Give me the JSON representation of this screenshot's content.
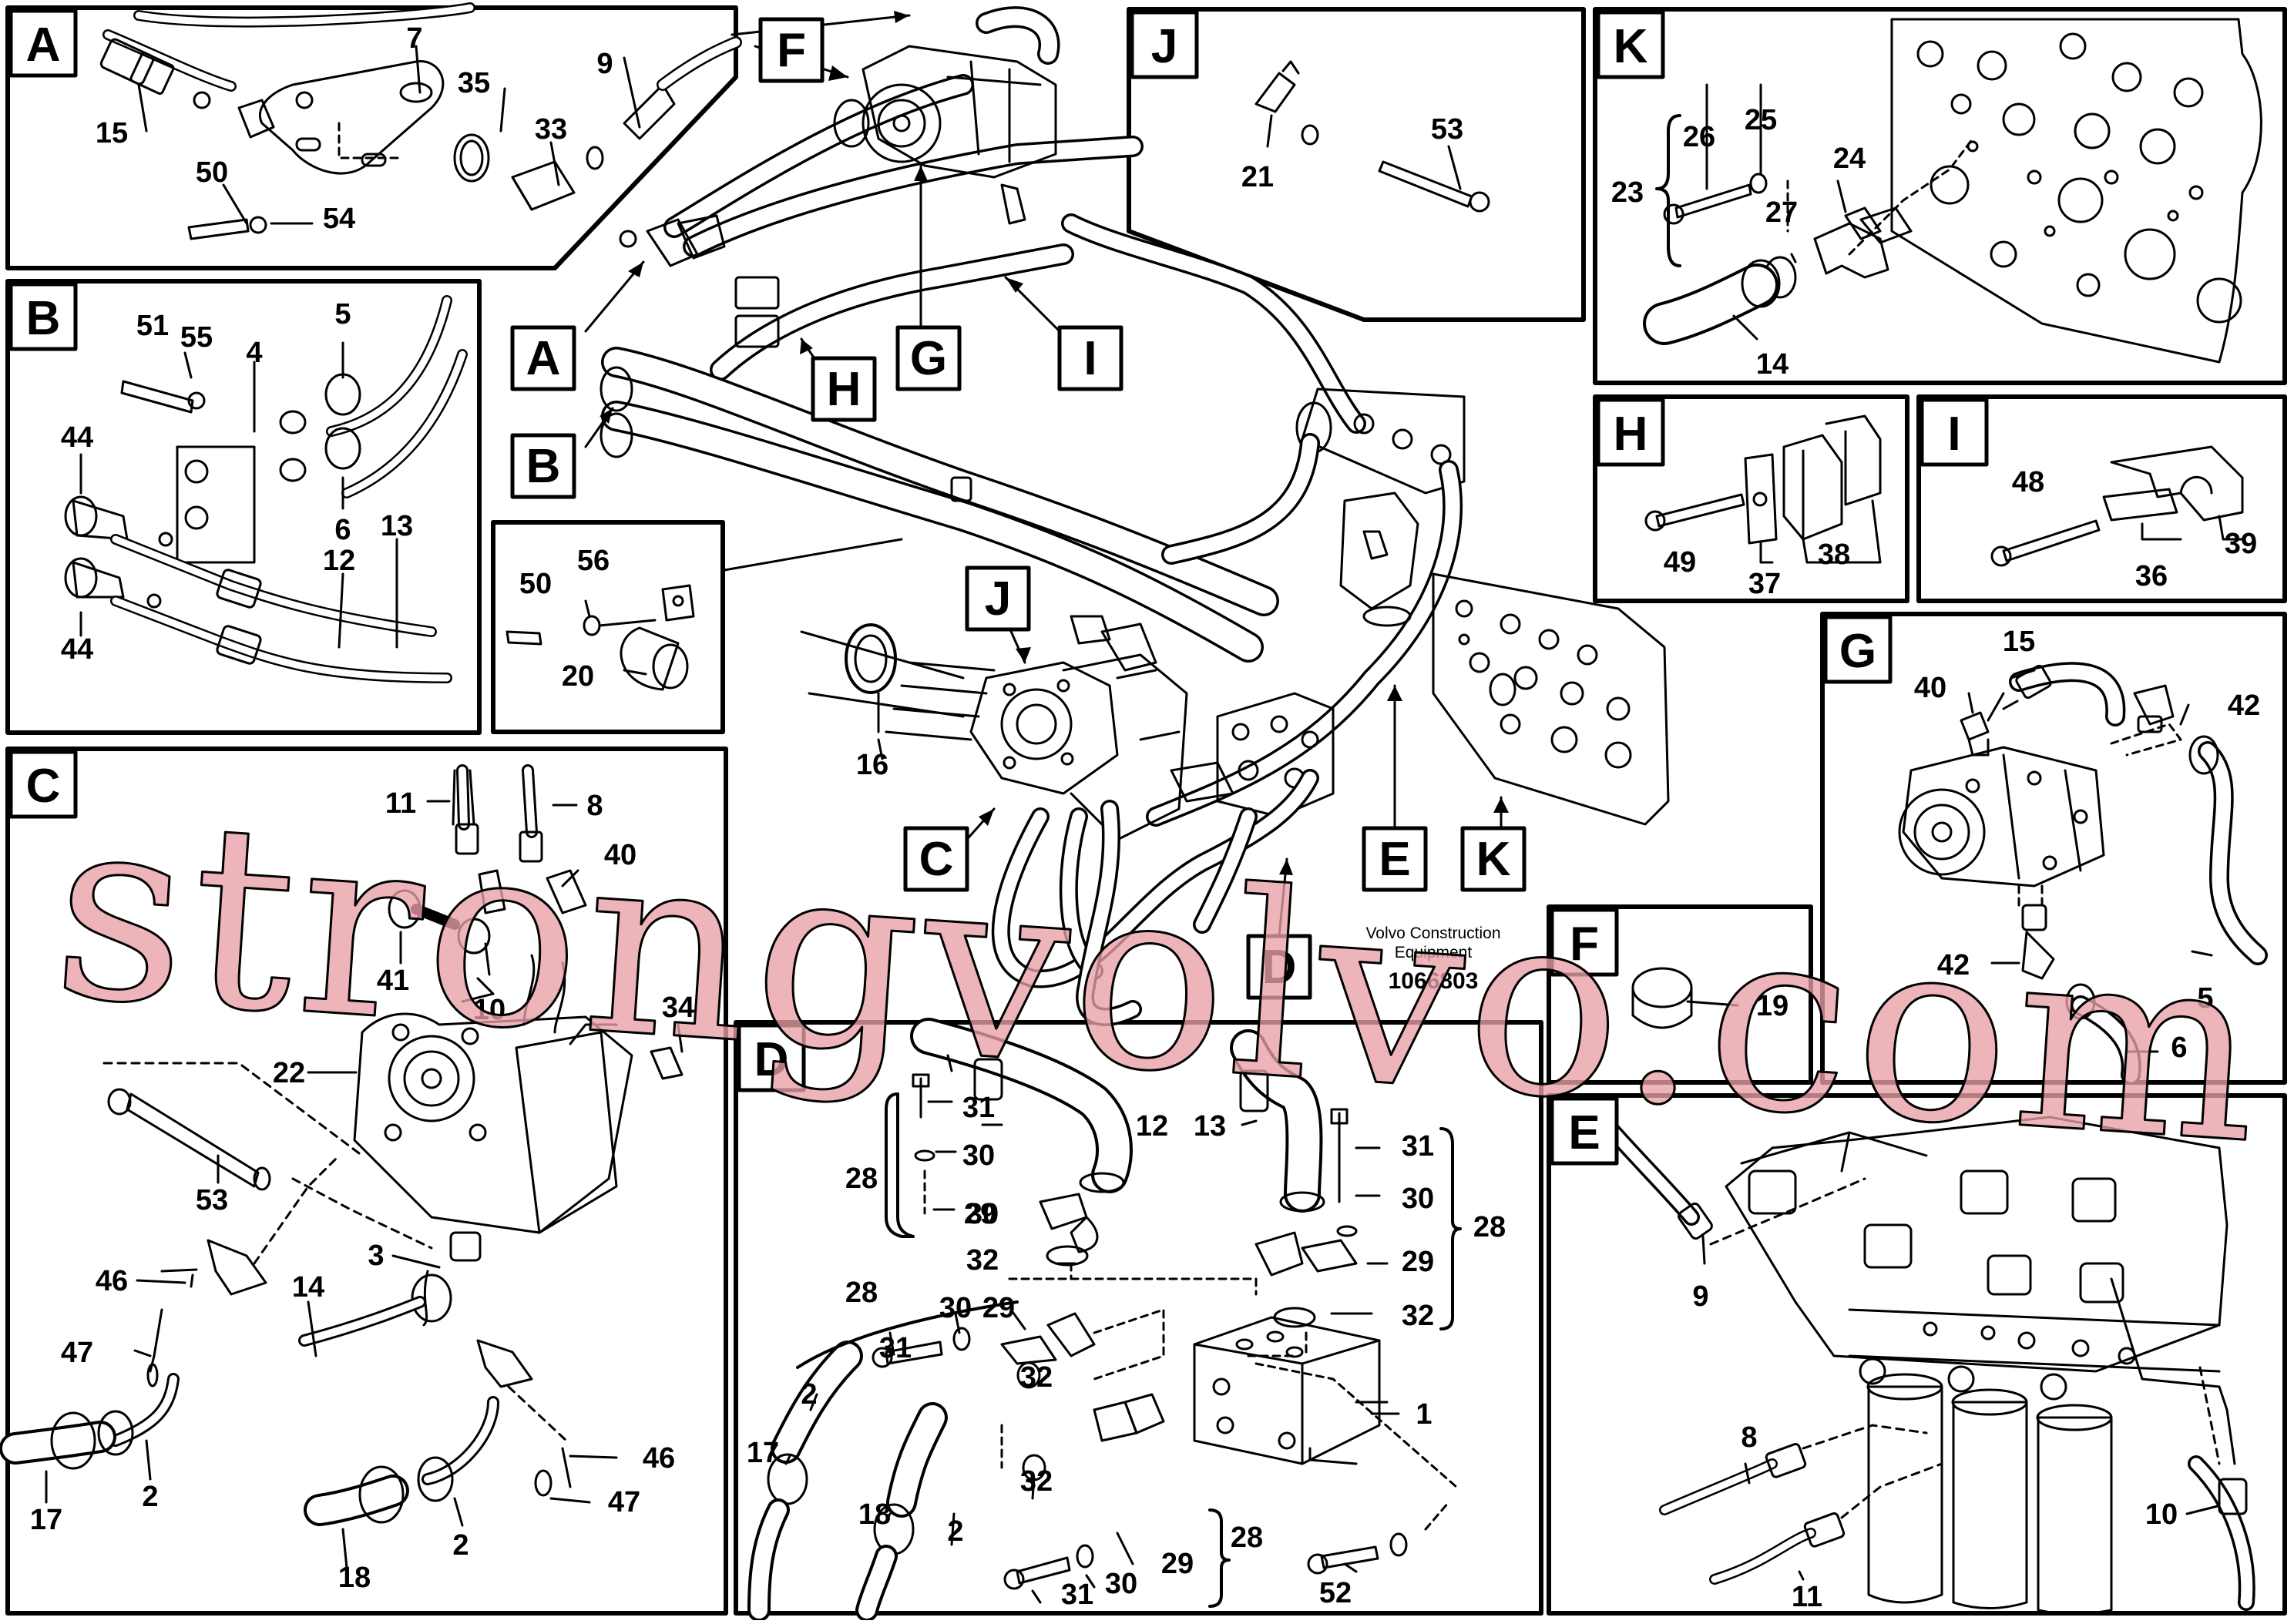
{
  "caption": {
    "line1": "Volvo Construction",
    "line2": "Equipment",
    "part_number": "1066803"
  },
  "watermark": "strongvolvo.com",
  "panels": {
    "A": {
      "letter": "A",
      "labels": [
        "15",
        "7",
        "35",
        "9",
        "33",
        "50",
        "54"
      ]
    },
    "B": {
      "letter": "B",
      "labels": [
        "51",
        "55",
        "4",
        "5",
        "44",
        "6",
        "13",
        "12",
        "44"
      ]
    },
    "C": {
      "letter": "C",
      "labels": [
        "11",
        "8",
        "40",
        "41",
        "10",
        "34",
        "22",
        "53",
        "3",
        "46",
        "14",
        "47",
        "17",
        "2",
        "46",
        "47",
        "18",
        "2"
      ]
    },
    "D": {
      "letter": "D",
      "labels": [
        "31",
        "12",
        "13",
        "31",
        "30",
        "28",
        "30",
        "30",
        "28",
        "29",
        "29",
        "32",
        "32",
        "28",
        "30",
        "29",
        "31",
        "32",
        "2",
        "17",
        "32",
        "18",
        "2",
        "29",
        "28",
        "31",
        "30",
        "52",
        "1"
      ]
    },
    "E": {
      "letter": "E",
      "labels": [
        "9",
        "8",
        "10",
        "11"
      ]
    },
    "F": {
      "letter": "F",
      "labels": [
        "19"
      ]
    },
    "G": {
      "letter": "G",
      "labels": [
        "15",
        "40",
        "42",
        "42",
        "5",
        "6"
      ]
    },
    "H": {
      "letter": "H",
      "labels": [
        "49",
        "37",
        "38"
      ]
    },
    "I": {
      "letter": "I",
      "labels": [
        "48",
        "36",
        "39"
      ]
    },
    "J": {
      "letter": "J",
      "labels": [
        "21",
        "53"
      ]
    },
    "K": {
      "letter": "K",
      "labels": [
        "26",
        "25",
        "24",
        "23",
        "27",
        "14"
      ]
    },
    "M": {
      "labels": [
        "50",
        "56",
        "20"
      ]
    }
  },
  "main": {
    "letters": [
      "F",
      "A",
      "B",
      "G",
      "H",
      "I",
      "J",
      "C",
      "D",
      "E",
      "K"
    ],
    "labels": [
      "16"
    ]
  }
}
